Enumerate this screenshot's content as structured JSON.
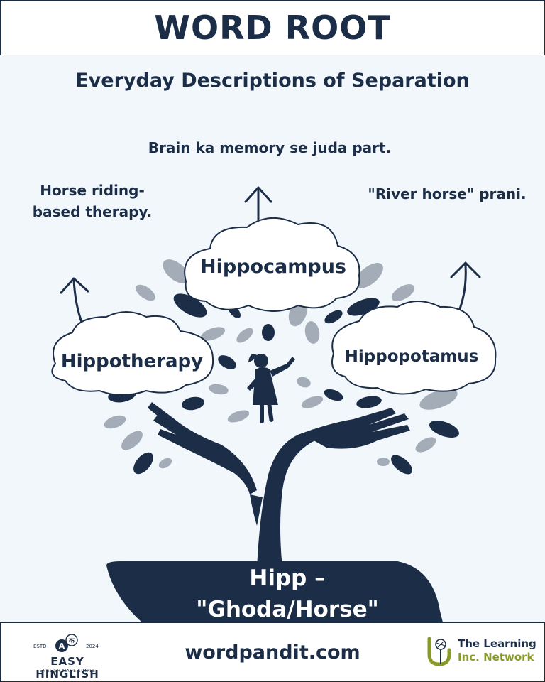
{
  "header": {
    "title": "WORD ROOT"
  },
  "subtitle": "Everyday Descriptions of Separation",
  "descriptions": {
    "top": "Brain ka memory se juda part.",
    "left": "Horse riding-\nbased therapy.",
    "right": "\"River horse\" prani."
  },
  "words": {
    "center": "Hippocampus",
    "left": "Hippotherapy",
    "right": "Hippopotamus"
  },
  "root": {
    "line1": "Hipp –",
    "line2": "\"Ghoda/Horse\""
  },
  "footer": {
    "site": "wordpandit.com",
    "easy_hinglish": {
      "estd": "ESTD",
      "year": "2024",
      "name": "EASY HINGLISH",
      "tagline": "ENGLISH MADE SIMPLE",
      "letters": [
        "A",
        "क"
      ]
    },
    "learning": {
      "line1": "The Learning",
      "line2": "Inc. Network"
    }
  },
  "colors": {
    "navy": "#1b2d47",
    "grey_leaf": "#a4adb7",
    "background": "#f1f7fb",
    "olive": "#8a9a2a"
  }
}
